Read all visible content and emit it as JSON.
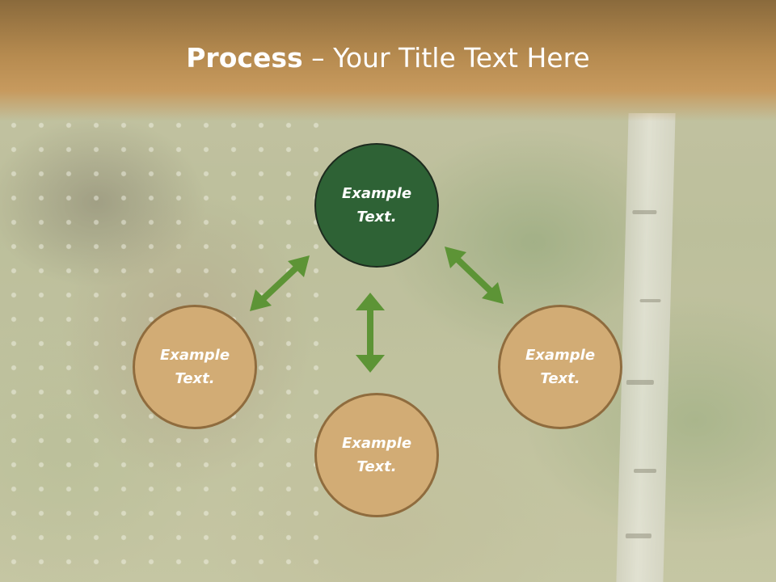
{
  "title": {
    "strong": "Process",
    "rest": " – Your Title Text Here"
  },
  "nodes": [
    {
      "label": "Example\nText."
    },
    {
      "label": "Example\nText."
    },
    {
      "label": "Example\nText."
    },
    {
      "label": "Example\nText."
    }
  ],
  "colors": {
    "title_band": "#b58a4f",
    "center_node_fill": "#2e6235",
    "outer_node_fill": "#d2ac75",
    "outer_node_border": "#8f6c3e",
    "center_node_border": "#1d2b1e",
    "arrow": "#5d9436"
  }
}
